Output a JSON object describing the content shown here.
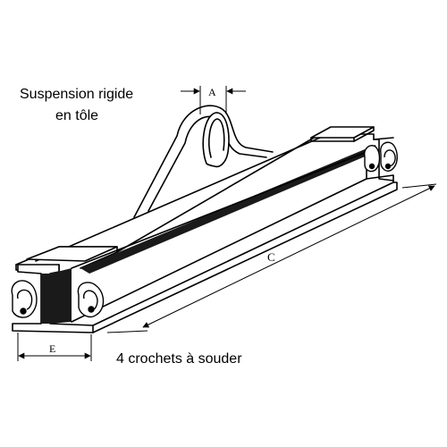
{
  "labels": {
    "suspension_line1": "Suspension rigide",
    "suspension_line2": "en tôle",
    "hooks": "4 crochets à souder"
  },
  "dimensions": {
    "a": "A",
    "c": "C",
    "e": "E"
  },
  "colors": {
    "ink": "#000000",
    "paper": "#ffffff",
    "web": "#1a1a1a"
  }
}
